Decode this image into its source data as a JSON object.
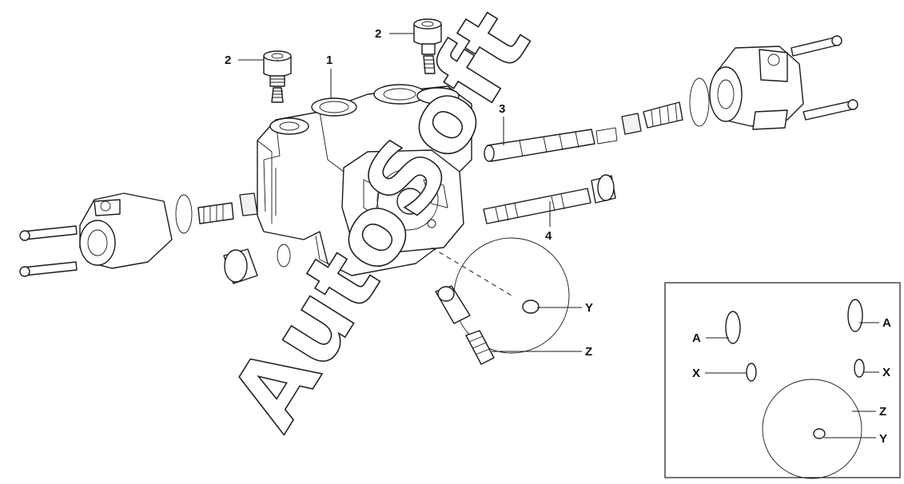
{
  "watermark": "AutoSoft",
  "labels": {
    "part1": "1",
    "part2_left": "2",
    "part2_right": "2",
    "part3": "3",
    "part4": "4",
    "seal_y": "Y",
    "seal_z": "Z"
  },
  "inset": {
    "a_left": "A",
    "a_right": "A",
    "x_left": "X",
    "x_right": "X",
    "z": "Z",
    "y": "Y"
  }
}
